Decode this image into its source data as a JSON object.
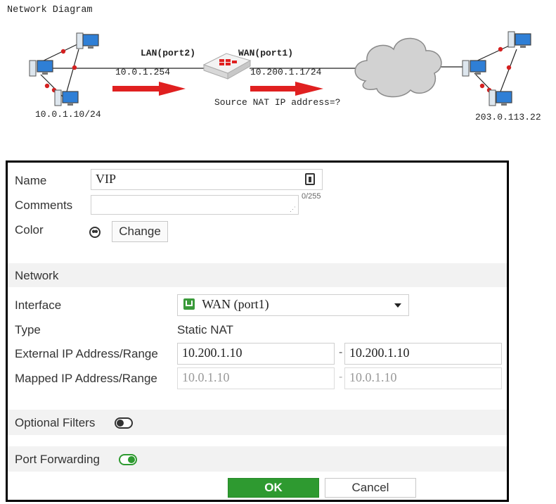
{
  "diagram": {
    "title": "Network Diagram",
    "lan_label": "LAN(port2)",
    "wan_label": "WAN(port1)",
    "lan_ip": "10.0.1.254",
    "wan_ip": "10.200.1.1/24",
    "snat_label": "Source NAT IP address=?",
    "left_host_ip": "10.0.1.10/24",
    "right_host_ip": "203.0.113.22",
    "colors": {
      "arrow": "#e02020",
      "cable": "#222222",
      "node_dot": "#d42020",
      "cloud": "#cfcfcf"
    }
  },
  "dialog": {
    "name_label": "Name",
    "name_value": "VIP",
    "comments_label": "Comments",
    "comments_value": "",
    "comments_counter": "0/255",
    "color_label": "Color",
    "change_button": "Change",
    "network_section": "Network",
    "interface_label": "Interface",
    "interface_value": "WAN (port1)",
    "type_label": "Type",
    "type_value": "Static NAT",
    "external_label": "External IP Address/Range",
    "external_start": "10.200.1.10",
    "external_end": "10.200.1.10",
    "mapped_label": "Mapped IP Address/Range",
    "mapped_start": "10.0.1.10",
    "mapped_end": "10.0.1.10",
    "range_separator": "-",
    "optional_filters_label": "Optional Filters",
    "optional_filters_enabled": false,
    "port_forwarding_label": "Port Forwarding",
    "port_forwarding_enabled": true,
    "ok_button": "OK",
    "cancel_button": "Cancel",
    "colors": {
      "ok": "#2e9a30",
      "section_band": "#f2f2f2",
      "toggle_on": "#2e9a30"
    }
  }
}
